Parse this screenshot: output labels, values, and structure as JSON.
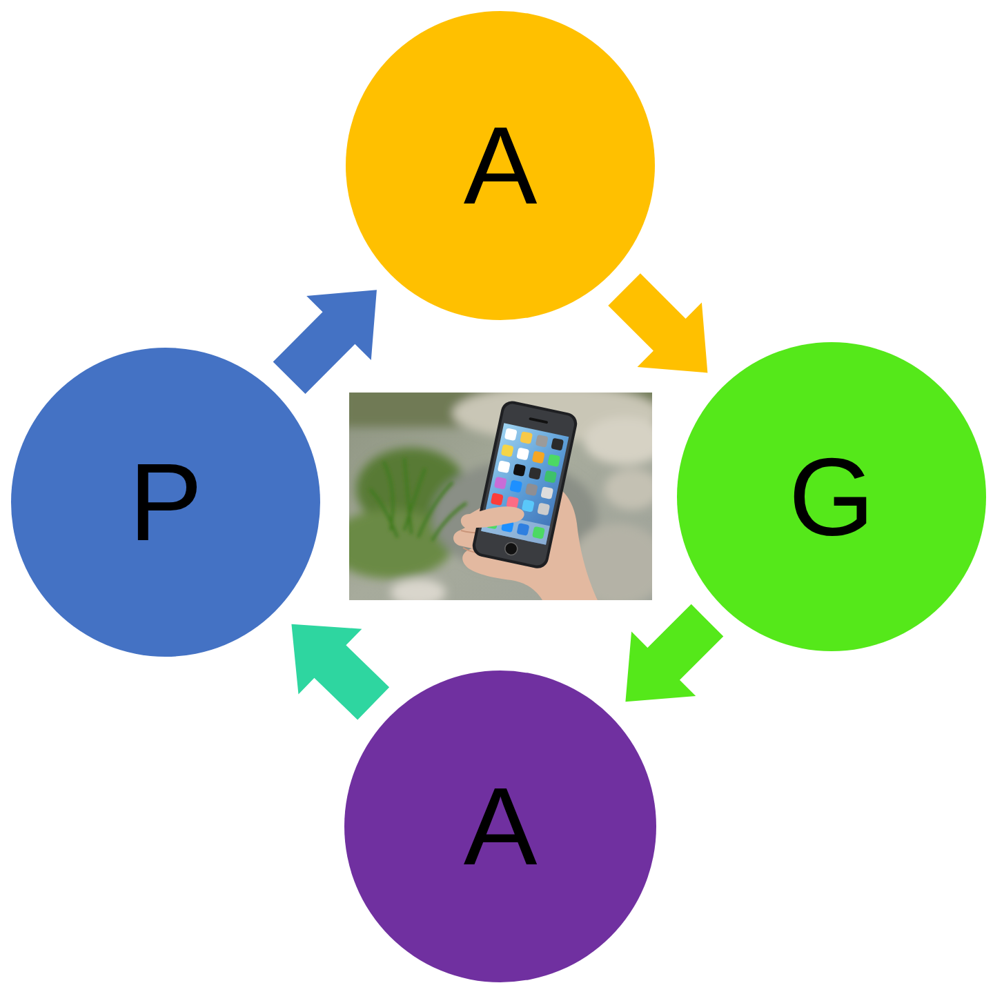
{
  "diagram": {
    "nodes": [
      {
        "text": [
          "A"
        ]
      },
      {
        "text": [
          "P"
        ]
      },
      {
        "text": [
          "G"
        ]
      },
      {
        "text": [
          "A"
        ]
      }
    ],
    "edges": [
      {
        "from": 1,
        "to": 0,
        "arrow": "to"
      },
      {
        "from": 0,
        "to": 2,
        "arrow": "to"
      },
      {
        "from": 2,
        "to": 3,
        "arrow": "to"
      },
      {
        "from": 3,
        "to": 1,
        "arrow": "to"
      }
    ]
  }
}
